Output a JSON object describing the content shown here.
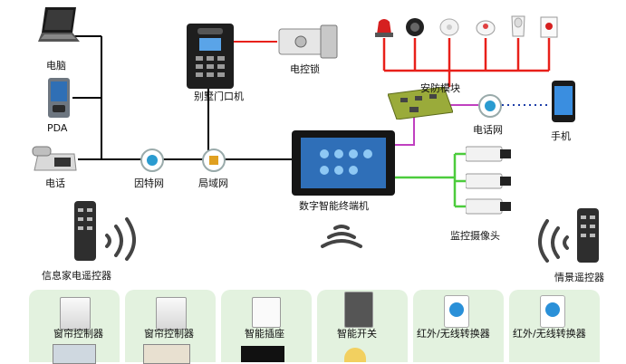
{
  "devices": {
    "computer": "电脑",
    "pda": "PDA",
    "phone": "电话",
    "internet": "因特网",
    "lan": "局域网",
    "villa_door": "别墅门口机",
    "lock": "电控锁",
    "security": "安防模块",
    "cable_net": "电话网",
    "mobile": "手机",
    "terminal": "数字智能终端机",
    "cameras": "监控摄像头",
    "remote_left": "信息家电遥控器",
    "remote_right": "情景遥控器"
  },
  "bottom": [
    "窗帘控制器",
    "窗帘控制器",
    "智能插座",
    "智能开关",
    "红外/无线转换器",
    "红外/无线转换器"
  ],
  "colors": {
    "black_wire": "#000000",
    "red_wire": "#e8201a",
    "purple_wire": "#c040c0",
    "green_wire": "#4ccc3c",
    "blue_dots": "#1f3fa8",
    "panel": "#e3f2df"
  }
}
